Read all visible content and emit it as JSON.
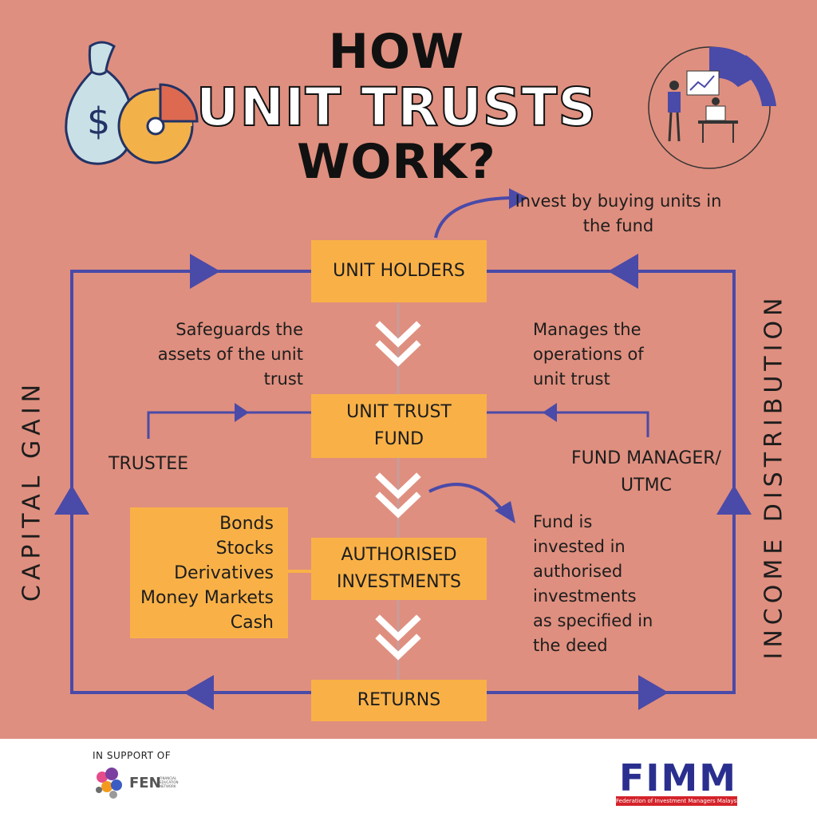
{
  "title": {
    "line1": "HOW",
    "line2": "UNIT TRUSTS",
    "line3": "WORK?"
  },
  "nodes": {
    "unit_holders": "UNIT HOLDERS",
    "unit_trust_fund_line1": "UNIT TRUST",
    "unit_trust_fund_line2": "FUND",
    "authorised_line1": "AUTHORISED",
    "authorised_line2": "INVESTMENTS",
    "returns": "RETURNS"
  },
  "annotations": {
    "invest_line1": "Invest by buying units in",
    "invest_line2": "the fund",
    "safeguards_line1": "Safeguards the",
    "safeguards_line2": "assets of the unit",
    "safeguards_line3": "trust",
    "manages_line1": "Manages the",
    "manages_line2": "operations of",
    "manages_line3": "unit trust",
    "trustee": "TRUSTEE",
    "fund_manager_line1": "FUND MANAGER/",
    "fund_manager_line2": "UTMC",
    "fund_invested_line1": "Fund is",
    "fund_invested_line2": "invested in",
    "fund_invested_line3": "authorised",
    "fund_invested_line4": "investments",
    "fund_invested_line5": "as specified in",
    "fund_invested_line6": "the deed"
  },
  "asset_classes": [
    "Bonds",
    "Stocks",
    "Derivatives",
    "Money Markets",
    "Cash"
  ],
  "side_labels": {
    "left": "CAPITAL GAIN",
    "right": "INCOME DISTRIBUTION"
  },
  "footer": {
    "support_label": "IN SUPPORT OF",
    "fen_name": "FEN",
    "fen_sub": "FINANCIAL EDUCATION NETWORK",
    "fimm_name": "FIMM",
    "fimm_full": "Federation of Investment Managers Malaysia"
  },
  "colors": {
    "background": "#df8f7f",
    "box": "#f9b147",
    "arrow": "#4a4aa8",
    "chevron": "#ffffff",
    "fimm_blue": "#2a2f8f",
    "fimm_red": "#d4232b"
  }
}
